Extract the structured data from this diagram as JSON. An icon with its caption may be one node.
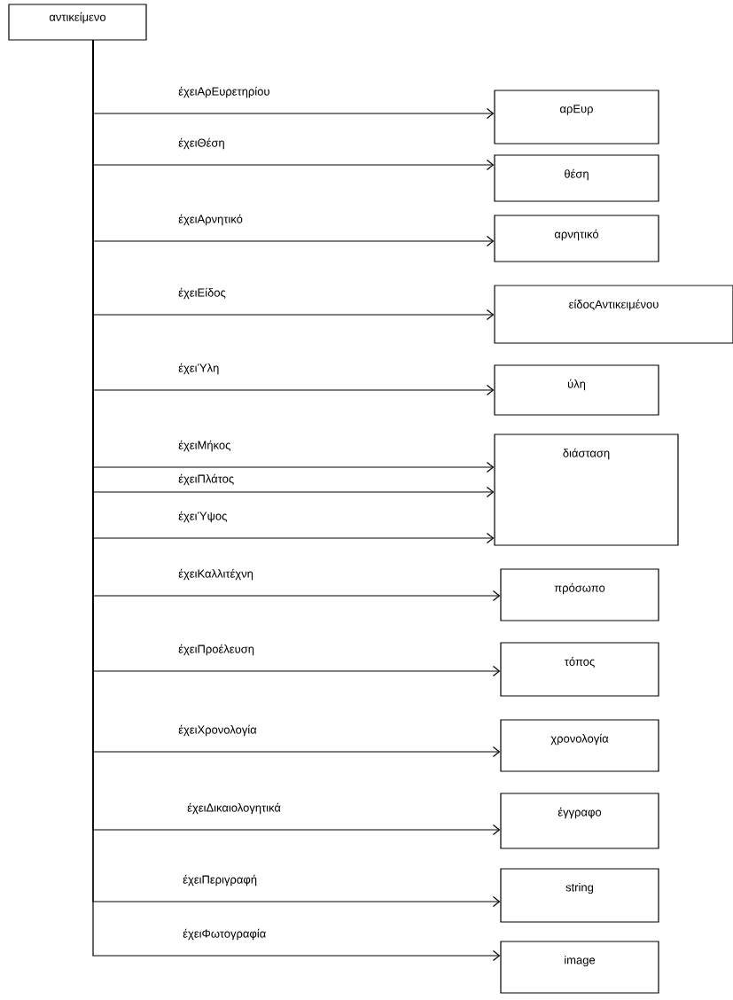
{
  "diagram": {
    "nodes": [
      {
        "text": [
          "αντικείμενο"
        ]
      },
      {
        "text": [
          "αρΕυρ"
        ]
      },
      {
        "text": [
          "θέση"
        ]
      },
      {
        "text": [
          "αρνητικό"
        ]
      },
      {
        "text": [
          "είδοςΑντικειμένου"
        ]
      },
      {
        "text": [
          "ύλη"
        ]
      },
      {
        "text": [
          "διάσταση"
        ]
      },
      {
        "text": [
          "πρόσωπο"
        ]
      },
      {
        "text": [
          "τόπος"
        ]
      },
      {
        "text": [
          "χρονολογία"
        ]
      },
      {
        "text": [
          "έγγραφο"
        ]
      },
      {
        "text": [
          "string"
        ]
      },
      {
        "text": [
          "image"
        ]
      }
    ],
    "edges": [
      {
        "from": 0,
        "to": 1,
        "arrow": "to",
        "label": "έχειΑρΕυρετηρίου"
      },
      {
        "from": 0,
        "to": 2,
        "arrow": "to",
        "label": "έχειΘέση"
      },
      {
        "from": 0,
        "to": 3,
        "arrow": "to",
        "label": "έχειΑρνητικό"
      },
      {
        "from": 0,
        "to": 4,
        "arrow": "to",
        "label": "έχειΕίδος"
      },
      {
        "from": 0,
        "to": 5,
        "arrow": "to",
        "label": "έχειΎλη"
      },
      {
        "from": 0,
        "to": 6,
        "arrow": "to",
        "label": "έχειΜήκος"
      },
      {
        "from": 0,
        "to": 6,
        "arrow": "to",
        "label": "έχειΠλάτος"
      },
      {
        "from": 0,
        "to": 6,
        "arrow": "to",
        "label": "έχειΎψος"
      },
      {
        "from": 0,
        "to": 7,
        "arrow": "to",
        "label": "έχειΚαλλιτέχνη"
      },
      {
        "from": 0,
        "to": 8,
        "arrow": "to",
        "label": "έχειΠροέλευση"
      },
      {
        "from": 0,
        "to": 9,
        "arrow": "to",
        "label": "έχειΧρονολογία"
      },
      {
        "from": 0,
        "to": 10,
        "arrow": "to",
        "label": "έχειΔικαιολογητικά"
      },
      {
        "from": 0,
        "to": 11,
        "arrow": "to",
        "label": "έχειΠεριγραφή"
      },
      {
        "from": 0,
        "to": 12,
        "arrow": "to",
        "label": "έχειΦωτογραφία"
      }
    ]
  }
}
